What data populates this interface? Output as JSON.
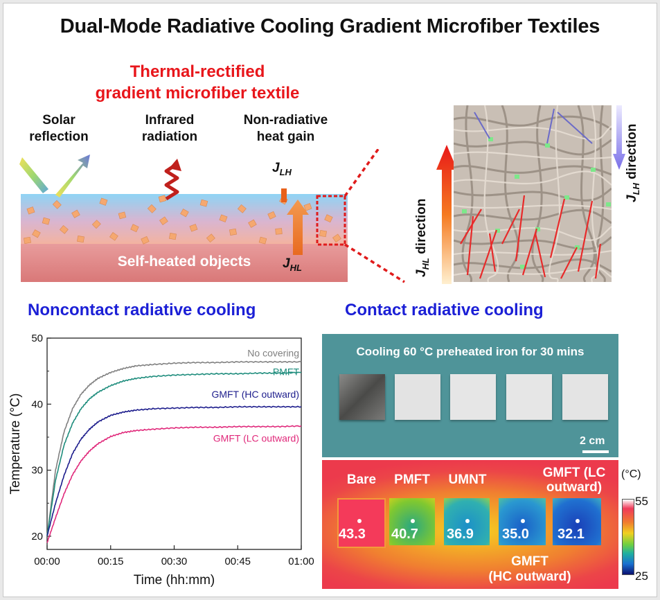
{
  "title": "Dual-Mode Radiative Cooling Gradient Microfiber Textiles",
  "schematic": {
    "heading_line1": "Thermal-rectified",
    "heading_line2": "gradient microfiber textile",
    "solar_line1": "Solar",
    "solar_line2": "reflection",
    "ir_line1": "Infrared",
    "ir_line2": "radiation",
    "nonrad_line1": "Non-radiative",
    "nonrad_line2": "heat gain",
    "jlh_main": "J",
    "jlh_sub": "LH",
    "jhl_main": "J",
    "jhl_sub": "HL",
    "base_label": "Self-heated objects"
  },
  "micrograph": {
    "jhl_direction_main": "J",
    "jhl_direction_sub": "HL",
    "jhl_direction_suffix": " direction",
    "jlh_direction_main": "J",
    "jlh_direction_sub": "LH",
    "jlh_direction_suffix": " direction"
  },
  "noncontact": {
    "heading": "Noncontact radiative cooling"
  },
  "contact": {
    "heading": "Contact radiative cooling",
    "photo_caption": "Cooling 60 °C preheated iron for 30 mins",
    "scale_bar": "2 cm",
    "thermal_labels": [
      "Bare",
      "PMFT",
      "UMNT"
    ],
    "gmft_lc_line1": "GMFT (LC",
    "gmft_lc_line2": "outward)",
    "gmft_hc_line1": "GMFT",
    "gmft_hc_line2": "(HC outward)",
    "temps": [
      "43.3",
      "40.7",
      "36.9",
      "35.0",
      "32.1"
    ],
    "colorbar_unit": "(°C)",
    "colorbar_max": "55",
    "colorbar_min": "25"
  },
  "chart_data": {
    "type": "line",
    "xlabel": "Time (hh:mm)",
    "ylabel": "Temperature (°C)",
    "xlim": [
      0,
      60
    ],
    "ylim": [
      18,
      50
    ],
    "xticks": [
      0,
      15,
      30,
      45,
      60
    ],
    "xtick_labels": [
      "00:00",
      "00:15",
      "00:30",
      "00:45",
      "01:00"
    ],
    "yticks": [
      20,
      30,
      40,
      50
    ],
    "ytick_labels": [
      "20",
      "30",
      "40",
      "50"
    ],
    "series": [
      {
        "name": "No covering",
        "color": "#808080",
        "x": [
          0,
          2,
          4,
          6,
          8,
          10,
          12,
          15,
          18,
          21,
          25,
          30,
          35,
          40,
          45,
          50,
          55,
          60
        ],
        "y": [
          20.0,
          30.0,
          35.8,
          39.3,
          41.5,
          42.9,
          43.9,
          44.8,
          45.4,
          45.8,
          46.0,
          46.2,
          46.3,
          46.3,
          46.4,
          46.4,
          46.4,
          46.4
        ]
      },
      {
        "name": "PMFT",
        "color": "#1d8c7c",
        "x": [
          0,
          2,
          4,
          6,
          8,
          10,
          12,
          15,
          18,
          21,
          25,
          30,
          35,
          40,
          45,
          50,
          55,
          60
        ],
        "y": [
          20.0,
          28.5,
          33.8,
          37.1,
          39.3,
          40.8,
          41.8,
          42.8,
          43.5,
          43.9,
          44.2,
          44.4,
          44.5,
          44.6,
          44.6,
          44.7,
          44.7,
          44.8
        ]
      },
      {
        "name": "GMFT (HC outward)",
        "color": "#1c1c8c",
        "x": [
          0,
          2,
          4,
          6,
          8,
          10,
          12,
          15,
          18,
          21,
          25,
          30,
          35,
          40,
          45,
          50,
          55,
          60
        ],
        "y": [
          20.0,
          25.0,
          29.2,
          32.5,
          34.7,
          36.2,
          37.3,
          38.3,
          38.8,
          39.1,
          39.3,
          39.4,
          39.5,
          39.5,
          39.6,
          39.6,
          39.6,
          39.6
        ]
      },
      {
        "name": "GMFT (LC outward)",
        "color": "#e0287a",
        "x": [
          0,
          2,
          4,
          6,
          8,
          10,
          12,
          15,
          18,
          21,
          25,
          30,
          35,
          40,
          45,
          50,
          55,
          60
        ],
        "y": [
          19.0,
          22.8,
          26.4,
          29.3,
          31.4,
          32.9,
          34.0,
          35.1,
          35.7,
          36.0,
          36.2,
          36.4,
          36.5,
          36.5,
          36.6,
          36.6,
          36.6,
          36.7
        ]
      }
    ]
  }
}
